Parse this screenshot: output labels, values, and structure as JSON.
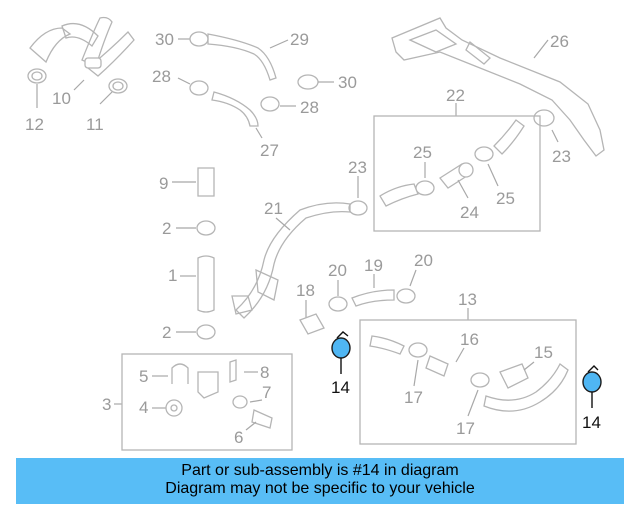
{
  "diagram": {
    "callouts": [
      "30",
      "29",
      "28",
      "30",
      "28",
      "27",
      "26",
      "22",
      "23",
      "23",
      "25",
      "25",
      "24",
      "12",
      "10",
      "11",
      "9",
      "2",
      "2",
      "21",
      "1",
      "20",
      "19",
      "20",
      "18",
      "13",
      "16",
      "15",
      "17",
      "17",
      "3",
      "5",
      "8",
      "4",
      "7",
      "6",
      "14",
      "14"
    ]
  },
  "highlight": {
    "part_number": "14",
    "color": "#4fb6f3"
  },
  "caption": {
    "line1": "Part or sub-assembly is #14 in diagram",
    "line2": "Diagram may not be specific to your vehicle",
    "background": "#58bdf6"
  }
}
